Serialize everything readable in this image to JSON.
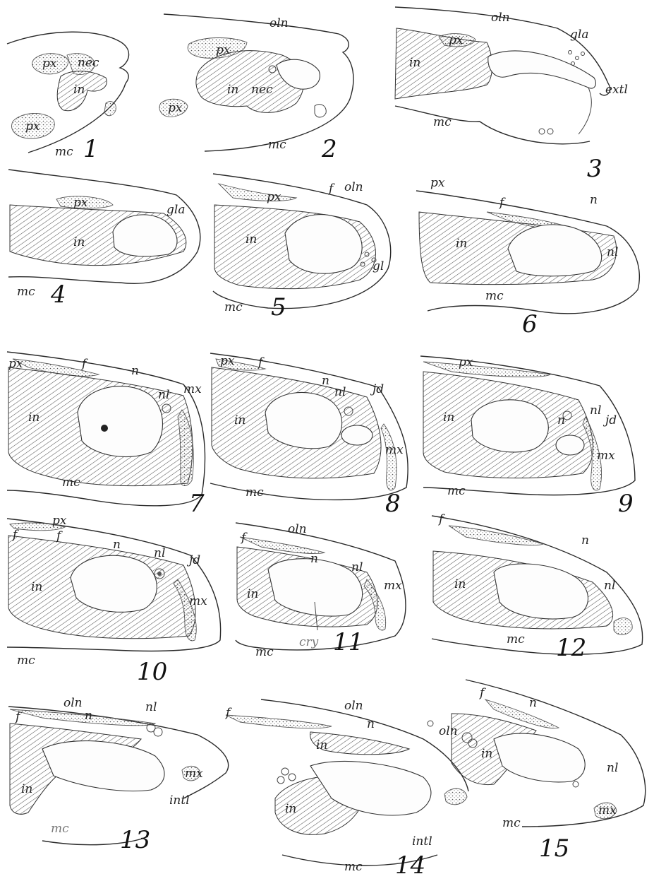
{
  "panels": [
    {
      "number": "1",
      "labels": [
        "px",
        "nec",
        "in",
        "px",
        "mc"
      ]
    },
    {
      "number": "2",
      "labels": [
        "oln",
        "px",
        "in",
        "nec",
        "px",
        "mc"
      ]
    },
    {
      "number": "3",
      "labels": [
        "oln",
        "px",
        "in",
        "gla",
        "extl",
        "mc"
      ]
    },
    {
      "number": "4",
      "labels": [
        "px",
        "in",
        "gla",
        "mc"
      ]
    },
    {
      "number": "5",
      "labels": [
        "px",
        "f",
        "oln",
        "in",
        "gl",
        "mc"
      ]
    },
    {
      "number": "6",
      "labels": [
        "px",
        "f",
        "n",
        "in",
        "nl",
        "mc"
      ]
    },
    {
      "number": "7",
      "labels": [
        "px",
        "f",
        "n",
        "in",
        "nl",
        "mx",
        "mc"
      ]
    },
    {
      "number": "8",
      "labels": [
        "px",
        "f",
        "n",
        "nl",
        "in",
        "jd",
        "mx",
        "mc"
      ]
    },
    {
      "number": "9",
      "labels": [
        "px",
        "nl",
        "n",
        "in",
        "jd",
        "mx",
        "mc"
      ]
    },
    {
      "number": "10",
      "labels": [
        "px",
        "f",
        "f",
        "n",
        "nl",
        "in",
        "jd",
        "mx",
        "mc"
      ]
    },
    {
      "number": "11",
      "labels": [
        "oln",
        "f",
        "n",
        "nl",
        "in",
        "mx",
        "cry",
        "mc"
      ]
    },
    {
      "number": "12",
      "labels": [
        "f",
        "n",
        "in",
        "nl",
        "mc"
      ]
    },
    {
      "number": "13",
      "labels": [
        "oln",
        "f",
        "n",
        "nl",
        "in",
        "mx",
        "intl",
        "mc"
      ]
    },
    {
      "number": "14",
      "labels": [
        "oln",
        "f",
        "n",
        "in",
        "in",
        "intl",
        "mc"
      ]
    },
    {
      "number": "15",
      "labels": [
        "f",
        "n",
        "oln",
        "in",
        "nl",
        "mx",
        "mc"
      ]
    }
  ]
}
